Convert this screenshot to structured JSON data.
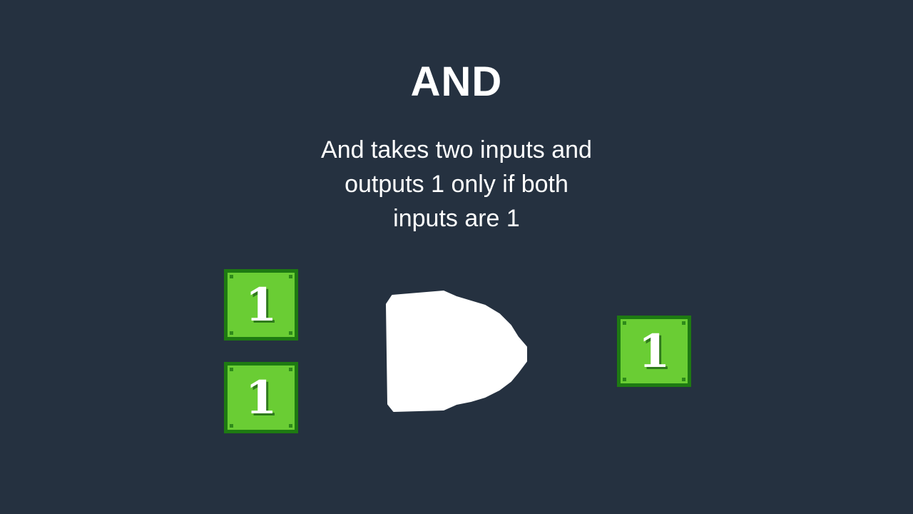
{
  "slide": {
    "title": "AND",
    "description": "And takes two inputs and outputs 1 only if both inputs are 1"
  },
  "diagram": {
    "gate": {
      "type": "AND",
      "icon": "and-gate-icon",
      "color": "#ffffff"
    },
    "inputs": [
      {
        "value": "1"
      },
      {
        "value": "1"
      }
    ],
    "output": {
      "value": "1"
    },
    "tile_colors": {
      "fill": "#6acd34",
      "border": "#1e7a12",
      "shadow": "#2f7a1c"
    }
  },
  "colors": {
    "background": "#253140",
    "text": "#ffffff"
  }
}
